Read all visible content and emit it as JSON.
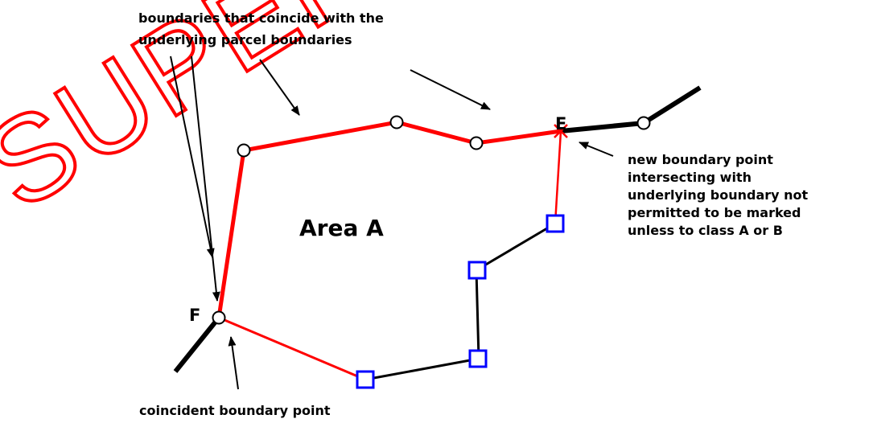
{
  "watermark": {
    "text": "SUPERSEDED",
    "color": "#ff0000"
  },
  "labels": {
    "top": "boundaries that coincide with the\nunderlying parcel boundaries",
    "right": "new boundary point\nintersecting with\nunderlying boundary not\npermitted to be marked\nunless to class A or B",
    "bottom": "coincident boundary point",
    "area": "Area A",
    "point_e": "E",
    "point_f": "F"
  },
  "colors": {
    "parcel_boundary": "#ff0000",
    "new_boundary": "#000000",
    "marked_point": "#0000ff",
    "point_fill": "#ffffff"
  },
  "icons": {
    "unmarked_point": "circle-icon",
    "marked_point": "square-icon",
    "intersection_point": "cross-icon"
  }
}
